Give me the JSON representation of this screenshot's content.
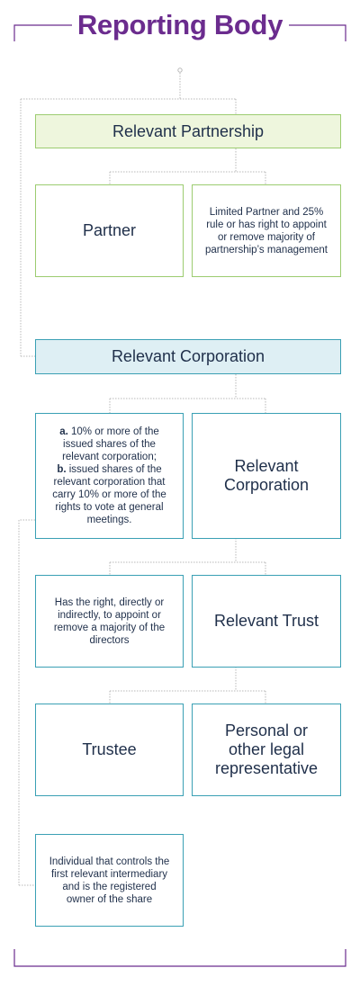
{
  "title": "Reporting Body",
  "nodes": {
    "relevant_partnership": "Relevant Partnership",
    "partner": "Partner",
    "limited_partner": "Limited Partner and 25% rule or has right to appoint or remove majority of partnership’s management",
    "relevant_corporation_header": "Relevant Corporation",
    "shares_a_marker": "a.",
    "shares_a_text": "10% or more of the issued shares of the relevant corporation;",
    "shares_b_marker": "b.",
    "shares_b_text": "issued shares of the relevant corporation that carry 10% or more of the rights to vote at general meetings.",
    "relevant_corporation": "Relevant Corporation",
    "right_to_appoint": "Has the right, directly or indirectly, to appoint or remove a majority of the directors",
    "relevant_trust": "Relevant Trust",
    "trustee": "Trustee",
    "personal_representative": "Personal or other legal representative",
    "individual_controls": "Individual that controls the first relevant intermediary and is the registered owner of the share"
  },
  "colors": {
    "title": "#6b2c8e",
    "frame": "#6b2c8e",
    "partnership_border": "#9ccc70",
    "partnership_fill": "#eef6dd",
    "corporation_border": "#3aa0b4",
    "corporation_fill": "#deeff4",
    "connector": "#b8b8b8",
    "text": "#1f2f4a"
  }
}
